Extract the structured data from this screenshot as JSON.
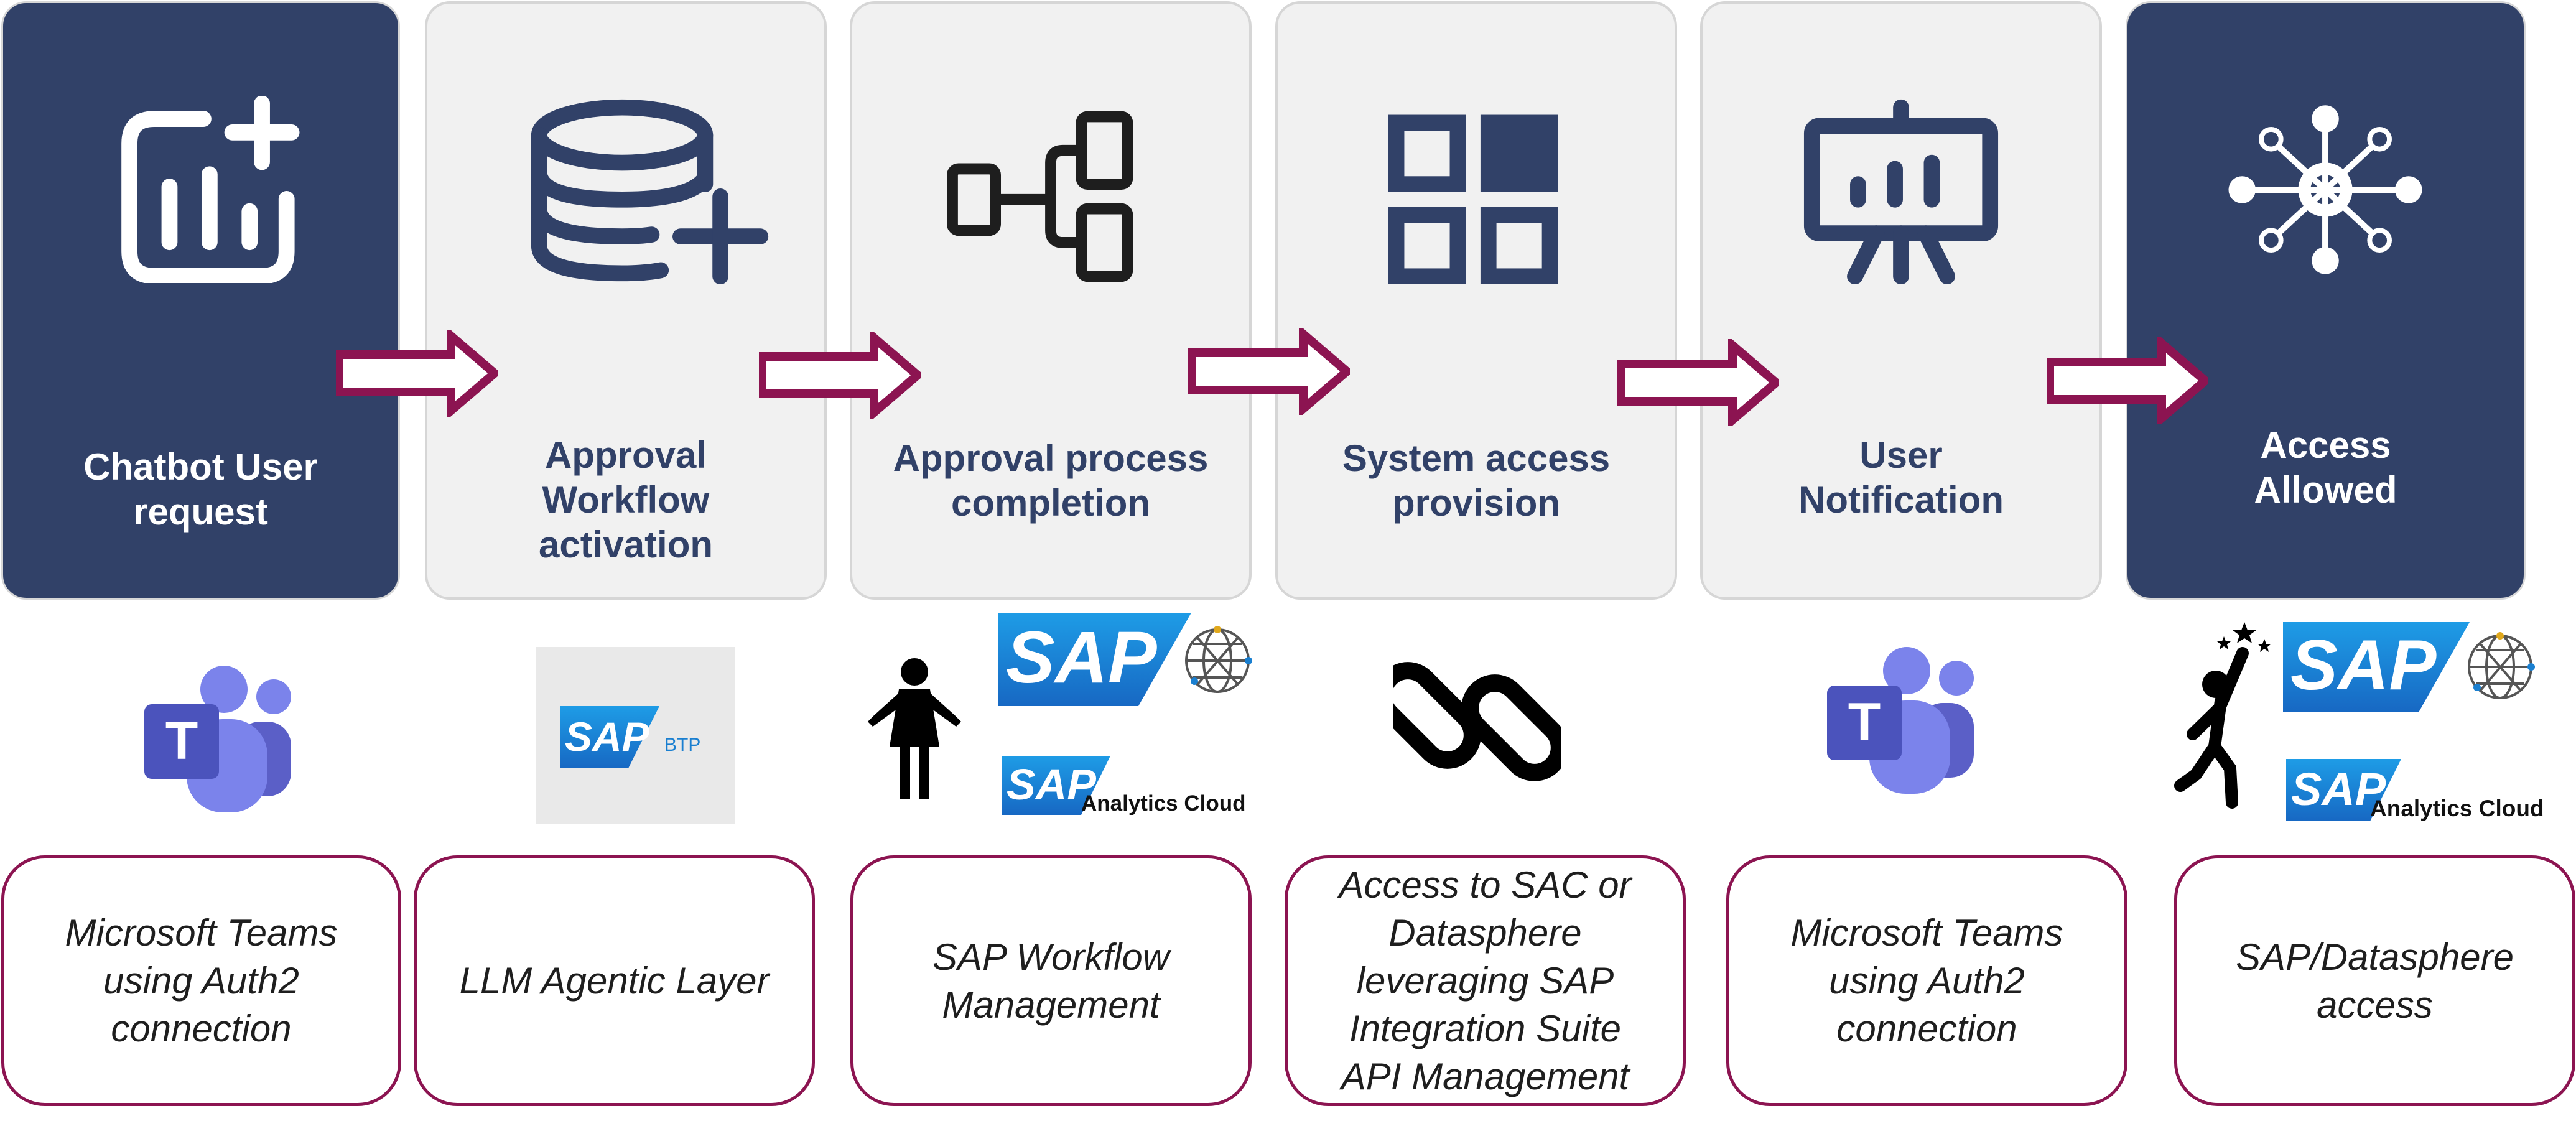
{
  "steps": [
    {
      "id": "chatbot",
      "title_lines": [
        "Chatbot User",
        "request"
      ],
      "icon": "chart-add-icon"
    },
    {
      "id": "approval",
      "title_lines": [
        "Approval",
        "Workflow",
        "activation"
      ],
      "icon": "database-add-icon"
    },
    {
      "id": "completion",
      "title_lines": [
        "Approval process",
        "completion"
      ],
      "icon": "hierarchy-icon"
    },
    {
      "id": "provision",
      "title_lines": [
        "System access",
        "provision"
      ],
      "icon": "grid-icon"
    },
    {
      "id": "notification",
      "title_lines": [
        "User",
        "Notification"
      ],
      "icon": "presentation-icon"
    },
    {
      "id": "allowed",
      "title_lines": [
        "Access",
        "Allowed"
      ],
      "icon": "network-hub-icon"
    }
  ],
  "logos": {
    "teams_letter": "T",
    "sap_word": "SAP",
    "btp_label": "BTP",
    "analytics_cloud_label": "Analytics Cloud"
  },
  "descriptions": [
    {
      "lines": [
        "Microsoft Teams",
        "using Auth2",
        "connection"
      ]
    },
    {
      "lines": [
        "LLM Agentic Layer"
      ]
    },
    {
      "lines": [
        "SAP Workflow",
        "Management"
      ]
    },
    {
      "lines": [
        "Access to SAC or",
        "Datasphere",
        "leveraging SAP",
        "Integration Suite",
        "API Management"
      ]
    },
    {
      "lines": [
        "Microsoft Teams",
        "using Auth2",
        "connection"
      ]
    },
    {
      "lines": [
        "SAP/Datasphere",
        "access"
      ]
    }
  ],
  "colors": {
    "navy": "#314168",
    "light_panel": "#f1f1f1",
    "accent_maroon": "#8c1451",
    "sap_blue": "#1a7fd0",
    "teams_purple": "#5b5fc7"
  }
}
